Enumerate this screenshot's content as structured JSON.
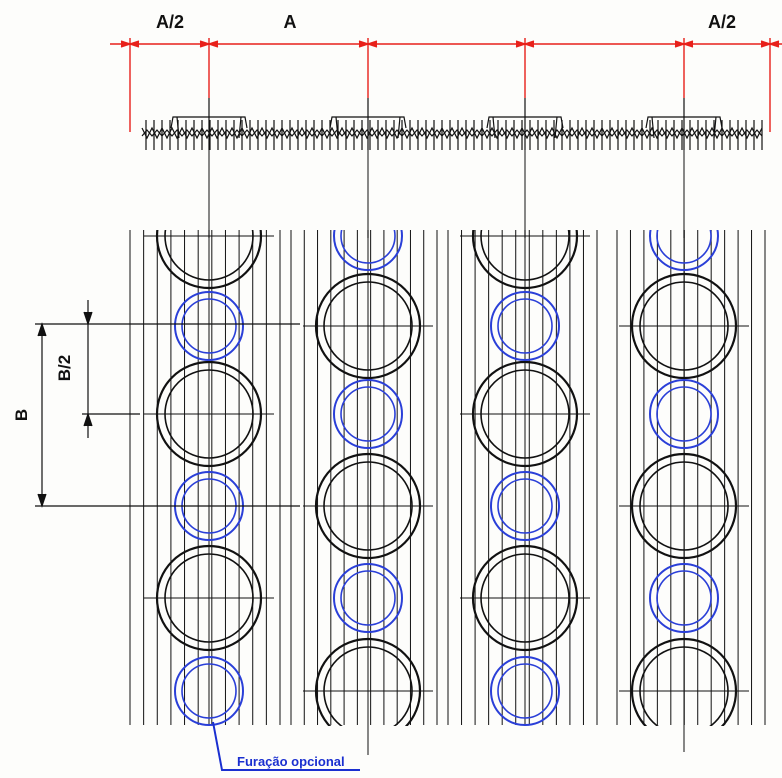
{
  "dimensions": {
    "half_pitch_left": "A/2",
    "pitch": "A",
    "half_pitch_right": "A/2",
    "row_pitch": "B",
    "half_row_pitch": "B/2"
  },
  "note": {
    "optional_holes": "Furação opcional"
  },
  "colors": {
    "dimension": "#e8201a",
    "drawing": "#111111",
    "optional_holes": "#2a3fd8"
  }
}
